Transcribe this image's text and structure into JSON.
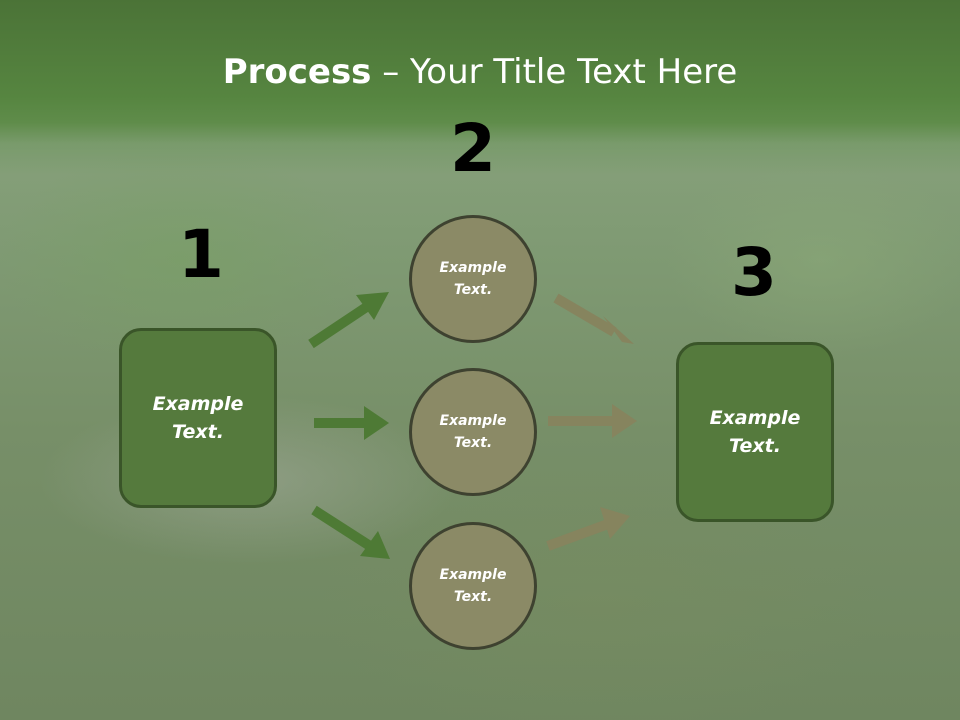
{
  "slide": {
    "title_bold": "Process",
    "title_rest": " – Your Title Text Here",
    "steps": [
      {
        "number": "1",
        "label": "Example Text."
      },
      {
        "number": "2",
        "labels": [
          "Example Text.",
          "Example Text.",
          "Example Text."
        ]
      },
      {
        "number": "3",
        "label": "Example Text."
      }
    ]
  },
  "colors": {
    "header": "#4f7a3a",
    "box_fill": "#557a3d",
    "circle_fill": "#8b8a66",
    "arrow_green": "#4e7a35",
    "arrow_olive": "#86845e"
  }
}
